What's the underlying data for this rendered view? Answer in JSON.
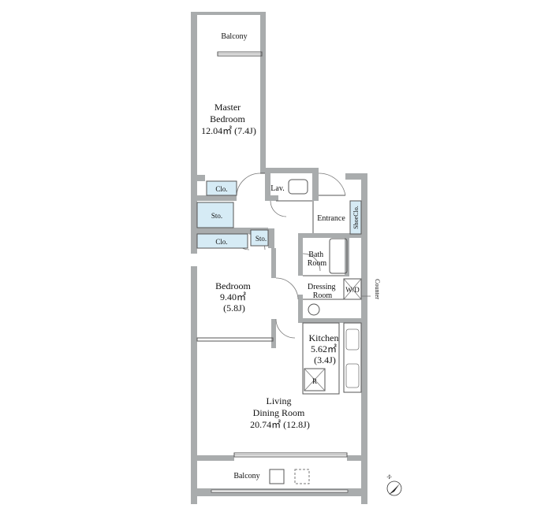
{
  "plan": {
    "rooms": {
      "balcony_top": "Balcony",
      "master_bedroom": [
        "Master",
        "Bedroom",
        "12.04㎡ (7.4J)"
      ],
      "clo_1": "Clo.",
      "sto_1": "Sto.",
      "clo_2": "Clo.",
      "sto_2": "Sto.",
      "lav": "Lav.",
      "entrance": "Entrance",
      "shoe_clo": "ShoeClo.",
      "bath_room": [
        "Bath",
        "Room"
      ],
      "dressing_room": [
        "Dressing",
        "Room"
      ],
      "wd": "W/D",
      "counter": "Counter",
      "bedroom": [
        "Bedroom",
        "9.40㎡",
        "(5.8J)"
      ],
      "kitchen": [
        "Kitchen",
        "5.62㎡",
        "(3.4J)"
      ],
      "fridge": "R",
      "living": [
        "Living",
        "Dining Room",
        "20.74㎡ (12.8J)"
      ],
      "balcony_bottom": "Balcony"
    },
    "compass": {
      "letter": "N"
    },
    "colors": {
      "wall": "#a9acad",
      "closet_fill": "#d6ebf5",
      "line": "#555555"
    }
  }
}
